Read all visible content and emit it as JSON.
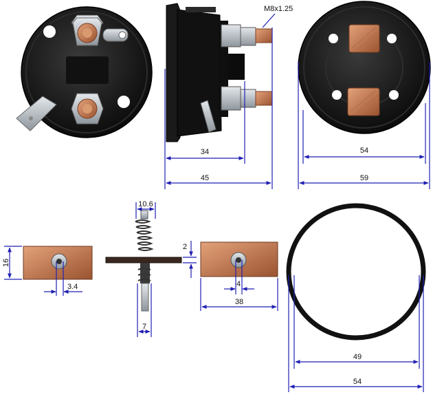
{
  "colors": {
    "dimension_line": "#1f1fb4",
    "housing": "#1c1c1c",
    "copper": "#c98358",
    "copper_dark": "#8a4a2a",
    "steel": "#b8bec4",
    "background": "#ffffff"
  },
  "labels": {
    "thread_spec": "M8x1.25",
    "housing_depth": "34",
    "overall_length": "45",
    "contact_span": "54",
    "housing_diameter": "59",
    "spring_diameter": "10.6",
    "plate_gap": "2",
    "contact_height": "16",
    "contact_hole_left": "3.4",
    "shaft_diameter": "7",
    "contact_hole_right": "4",
    "contact_length": "38",
    "oring_inner": "49",
    "oring_outer": "54"
  }
}
